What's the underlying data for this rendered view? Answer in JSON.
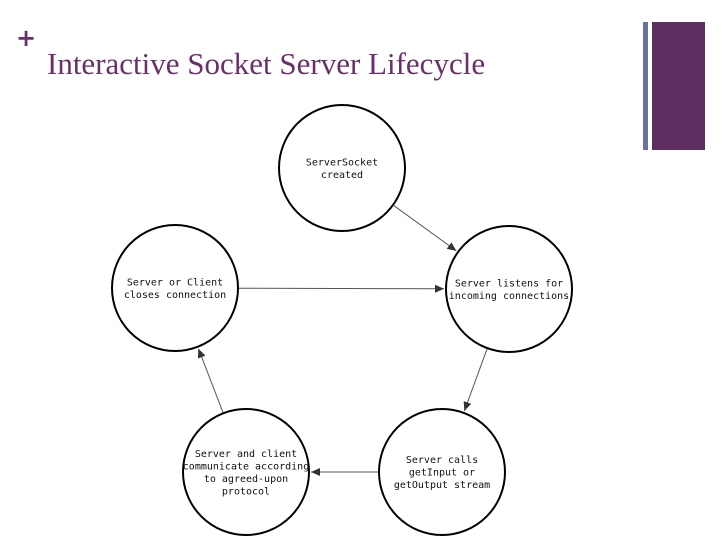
{
  "slide": {
    "title": "Interactive Socket Server Lifecycle",
    "plus_symbol": "+"
  },
  "colors": {
    "title": "#6a2f6b",
    "plus": "#6a2f6b",
    "accent_thin": "#6a6fa6",
    "accent_thick": "#5e2e62"
  },
  "diagram": {
    "nodes": [
      {
        "id": "created",
        "lines": [
          "ServerSocket",
          "created"
        ]
      },
      {
        "id": "listens",
        "lines": [
          "Server listens for",
          "incoming connections"
        ]
      },
      {
        "id": "calls",
        "lines": [
          "Server calls",
          "getInput or",
          "getOutput stream"
        ]
      },
      {
        "id": "communicate",
        "lines": [
          "Server and client",
          "communicate according",
          "to agreed-upon",
          "protocol"
        ]
      },
      {
        "id": "closes",
        "lines": [
          "Server or Client",
          "closes connection"
        ]
      }
    ],
    "edges": [
      {
        "from": "created",
        "to": "listens"
      },
      {
        "from": "listens",
        "to": "calls"
      },
      {
        "from": "calls",
        "to": "communicate"
      },
      {
        "from": "communicate",
        "to": "closes"
      },
      {
        "from": "closes",
        "to": "listens"
      }
    ]
  }
}
